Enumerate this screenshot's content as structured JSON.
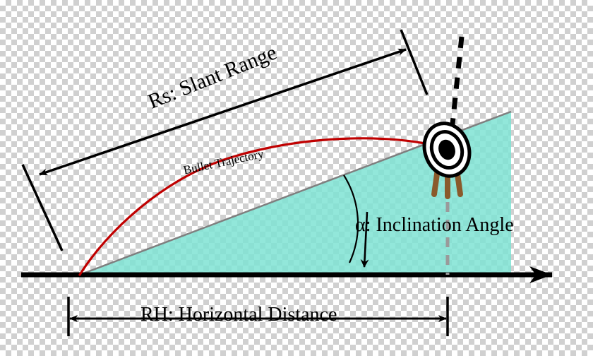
{
  "diagram": {
    "title": "Slant range ballistics diagram",
    "labels": {
      "slant_range": "Rs: Slant Range",
      "bullet_trajectory": "Bullet Trajectory",
      "inclination_angle": "α: Inclination Angle",
      "horizontal_distance": "RH: Horizontal Distance"
    },
    "colors": {
      "slope_fill": "#7fe3d4",
      "slope_line": "#808080",
      "trajectory": "#c00000",
      "ground_line": "#000000",
      "target_ring": "#000000",
      "target_stand": "#8a5a2b",
      "dashed_vertical": "#000000",
      "dashed_drop": "#9a9a9a",
      "text": "#000000"
    },
    "elements": [
      {
        "name": "ground-axis-arrow",
        "type": "arrow",
        "label": ""
      },
      {
        "name": "slope-triangle",
        "type": "filled-triangle",
        "label": ""
      },
      {
        "name": "slant-range-arrow",
        "type": "double-arrow",
        "label": "Rs: Slant Range"
      },
      {
        "name": "bullet-trajectory-curve",
        "type": "curve",
        "label": "Bullet Trajectory"
      },
      {
        "name": "inclination-angle-arc",
        "type": "arc",
        "label": "α: Inclination Angle"
      },
      {
        "name": "horizontal-distance-arrow",
        "type": "double-arrow",
        "label": "RH: Horizontal Distance"
      },
      {
        "name": "target-bullseye",
        "type": "icon",
        "label": ""
      }
    ]
  }
}
